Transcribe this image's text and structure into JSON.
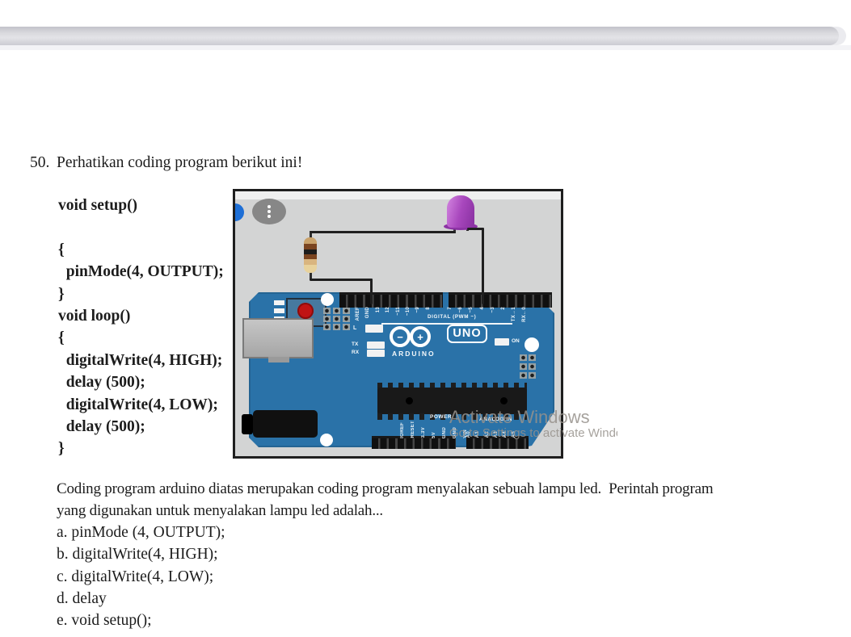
{
  "window": {
    "scrollbar_orientation": "horizontal"
  },
  "question": {
    "number": "50.",
    "prompt": "Perhatikan coding program berikut ini!"
  },
  "code": {
    "lines": [
      "void setup()",
      "",
      "{",
      "  pinMode(4, OUTPUT);",
      "}",
      "void loop()",
      "{",
      "  digitalWrite(4, HIGH);",
      "  delay (500);",
      "  digitalWrite(4, LOW);",
      "  delay (500);",
      "}"
    ]
  },
  "circuit_image": {
    "description": "Arduino UNO board wired to a purple LED through a resistor",
    "board": {
      "brand": "ARDUINO",
      "model": "UNO",
      "logo_minus": "−",
      "logo_plus": "+",
      "on_label": "ON",
      "l_label": "L",
      "tx_label": "TX",
      "rx_label": "RX",
      "digital_group_label": "DIGITAL (PWM ~)",
      "digital_pins_left": [
        "AREF",
        "GND",
        "13",
        "12",
        "~11",
        "~10",
        "~9",
        "8"
      ],
      "digital_pins_right": [
        "7",
        "~6",
        "~5",
        "4",
        "~3",
        "2",
        "TX→1",
        "RX←0"
      ],
      "power_group_label": "POWER",
      "power_pins": [
        "IOREF",
        "RESET",
        "3.3V",
        "5V",
        "GND",
        "GND",
        "VIN"
      ],
      "analog_group_label": "ANALOG IN",
      "analog_pins": [
        "A0",
        "A1",
        "A2",
        "A3",
        "A4",
        "A5"
      ]
    },
    "colors": {
      "board_blue": "#2a72a8",
      "led_purple": "#a847bd",
      "resistor_tan": "#d8b17c",
      "wire_black": "#1f1f1f",
      "selection_dot_blue": "#1e6fd6",
      "background_gray": "#d3d4d4"
    }
  },
  "watermark": {
    "line1": "Activate Windows",
    "line2": "Go to Settings to activate Windows."
  },
  "paragraph": {
    "line1": "Coding program arduino diatas merupakan coding program menyalakan sebuah lampu led.  Perintah program",
    "line2": "yang digunakan untuk menyalakan lampu led adalah..."
  },
  "options": [
    "a. pinMode (4, OUTPUT);",
    "b. digitalWrite(4, HIGH);",
    "c. digitalWrite(4, LOW);",
    "d. delay",
    "e. void setup();"
  ]
}
